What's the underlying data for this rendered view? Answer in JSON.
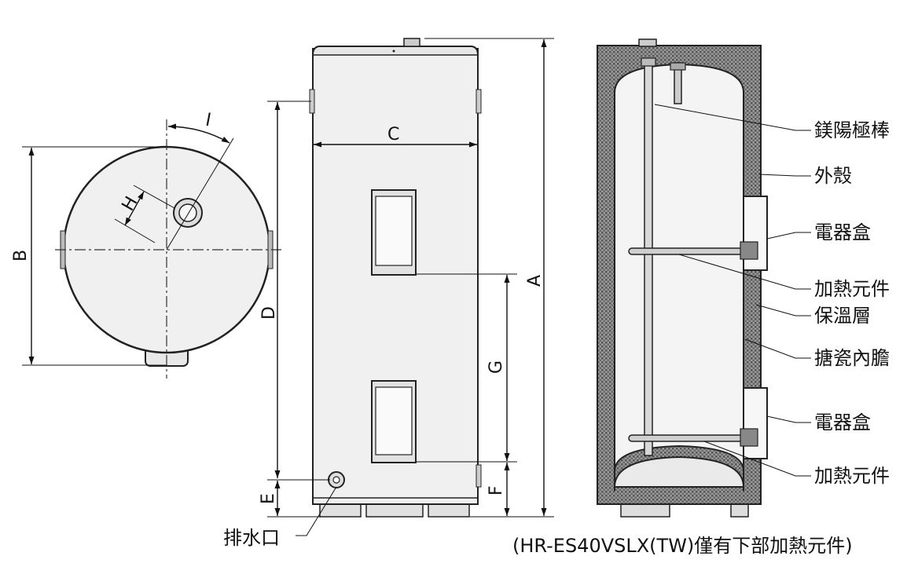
{
  "dimensions": {
    "A": "A",
    "B": "B",
    "C": "C",
    "D": "D",
    "E": "E",
    "F": "F",
    "G": "G",
    "H": "H",
    "I": "I"
  },
  "labels": {
    "drain": "排水口",
    "anode": "鎂陽極棒",
    "shell": "外殼",
    "box_upper": "電器盒",
    "heater_upper": "加熱元件",
    "insulation": "保溫層",
    "tank": "搪瓷內膽",
    "box_lower": "電器盒",
    "heater_lower": "加熱元件"
  },
  "note": "(HR-ES40VSLX(TW)僅有下部加熱元件)",
  "colors": {
    "body_fill": "#f0f0f0",
    "outline": "#222222",
    "insulation": "#8a8a8a",
    "inner_tank": "#f4f4f4"
  }
}
